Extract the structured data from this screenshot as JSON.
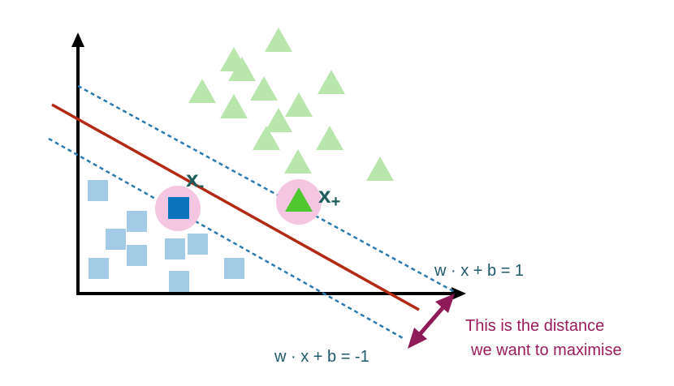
{
  "labels": {
    "x_minus": "x",
    "x_minus_sub": "-",
    "x_plus": "x",
    "x_plus_sub": "+",
    "upper_margin_eq": "w · x + b = 1",
    "lower_margin_eq": "w · x + b = -1",
    "distance_line1": "This is the distance",
    "distance_line2": "we want to maximise"
  },
  "colors": {
    "axis": "#000000",
    "decision_line": "#b22a14",
    "margin_line": "#2a7ab0",
    "triangle": "#b9e6ad",
    "square": "#a3cbe6",
    "support_triangle": "#4fc82f",
    "support_square": "#0b74bc",
    "highlight": "#f4c6e2",
    "label_dark": "#1f5d5d",
    "equation": "#1f5a6a",
    "annotation": "#9a1c5c",
    "arrow": "#8e1a58"
  }
}
